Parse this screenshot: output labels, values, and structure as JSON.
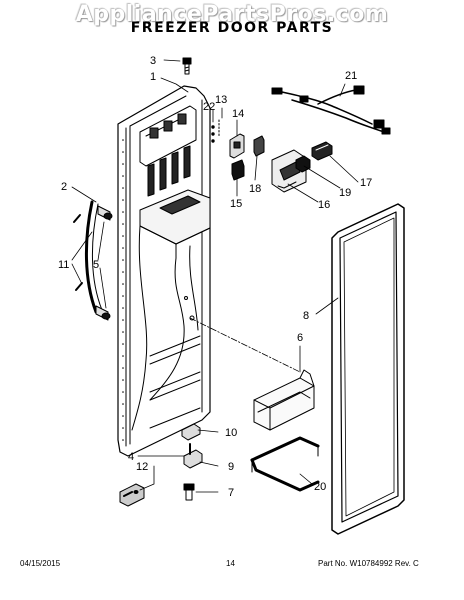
{
  "watermark": "AppliancePartsPros.com",
  "title": "FREEZER DOOR PARTS",
  "footer": {
    "date": "04/15/2015",
    "page": "14",
    "part_number": "Part No.  W10784992  Rev.  C"
  },
  "callouts": {
    "c1": "1",
    "c2": "2",
    "c3": "3",
    "c4": "4",
    "c5": "5",
    "c6": "6",
    "c7": "7",
    "c8": "8",
    "c9": "9",
    "c10": "10",
    "c11": "11",
    "c12": "12",
    "c13": "13",
    "c14": "14",
    "c15": "15",
    "c16": "16",
    "c17": "17",
    "c18": "18",
    "c19": "19",
    "c20": "20",
    "c21": "21",
    "c22": "22"
  },
  "colors": {
    "ink": "#000000",
    "shade": "#555555"
  }
}
